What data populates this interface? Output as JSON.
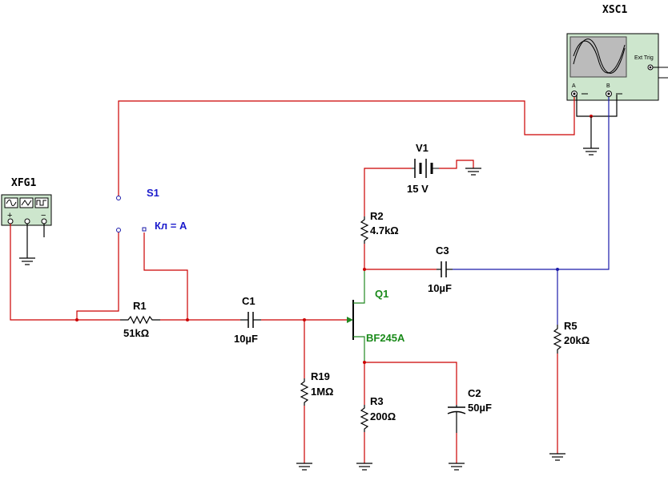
{
  "colors": {
    "wire_red": "#cc0000",
    "wire_blue": "#1a1aaa",
    "wire_green": "#228822",
    "label_blue": "#1a1acc",
    "label_green": "#1a8a1a",
    "instrument_fill": "#cde6cd"
  },
  "components": {
    "xfg1": {
      "ref": "XFG1",
      "plus": "+",
      "minus": "−"
    },
    "xsc1": {
      "ref": "XSC1",
      "chan_a": "A",
      "chan_b": "B",
      "ext_trig": "Ext Trig"
    },
    "s1": {
      "ref": "S1",
      "key": "Кл = A"
    },
    "r1": {
      "ref": "R1",
      "value": "51kΩ"
    },
    "c1": {
      "ref": "C1",
      "value": "10µF"
    },
    "r19": {
      "ref": "R19",
      "value": "1MΩ"
    },
    "q1": {
      "ref": "Q1",
      "model": "BF245A"
    },
    "v1": {
      "ref": "V1",
      "value": "15 V"
    },
    "r2": {
      "ref": "R2",
      "value": "4.7kΩ"
    },
    "c3": {
      "ref": "C3",
      "value": "10µF"
    },
    "r5": {
      "ref": "R5",
      "value": "20kΩ"
    },
    "r3": {
      "ref": "R3",
      "value": "200Ω"
    },
    "c2": {
      "ref": "C2",
      "value": "50µF"
    }
  }
}
